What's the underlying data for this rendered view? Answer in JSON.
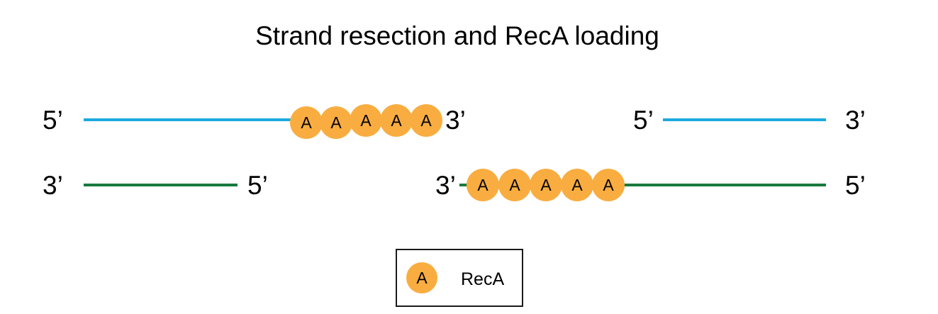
{
  "title": "Strand resection and RecA loading",
  "colors": {
    "top_strand": "#1ba9e0",
    "bottom_strand": "#187a3e",
    "reca_fill": "#f9ad40"
  },
  "left_duplex": {
    "top_strand": {
      "left_end": "5’",
      "right_end": "3’"
    },
    "bottom_strand": {
      "left_end": "3’",
      "right_end": "5’"
    },
    "reca_on_top": [
      "A",
      "A",
      "A",
      "A",
      "A"
    ]
  },
  "right_duplex": {
    "top_strand": {
      "left_end": "5’",
      "right_end": "3’"
    },
    "bottom_strand": {
      "left_end": "3’",
      "right_end": "5’"
    },
    "reca_on_bottom": [
      "A",
      "A",
      "A",
      "A",
      "A"
    ]
  },
  "legend": {
    "symbol": "A",
    "label": "RecA"
  }
}
